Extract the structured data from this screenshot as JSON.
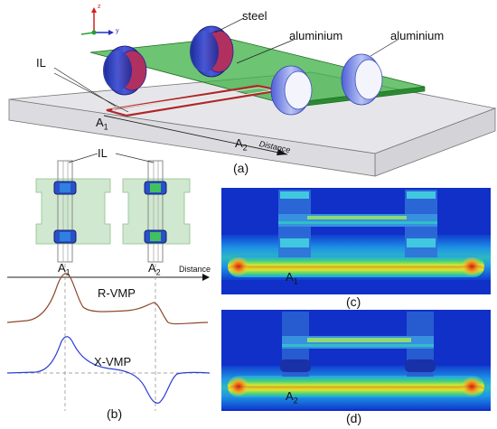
{
  "panel_a": {
    "label": "(a)",
    "steel": "steel",
    "aluminium_1": "aluminium",
    "aluminium_2": "aluminium",
    "il": "IL",
    "a1": "A",
    "a1_sub": "1",
    "a2": "A",
    "a2_sub": "2",
    "distance": "Distance",
    "axis_z": "z",
    "axis_y": "y"
  },
  "panel_b": {
    "label": "(b)",
    "il": "IL",
    "a1": "A",
    "a1_sub": "1",
    "a2": "A",
    "a2_sub": "2",
    "distance": "Distance",
    "r_vmp": "R-VMP",
    "x_vmp": "X-VMP"
  },
  "panel_c": {
    "label": "(c)",
    "a1": "A",
    "a1_sub": "1"
  },
  "panel_d": {
    "label": "(d)",
    "a2": "A",
    "a2_sub": "2"
  },
  "colors": {
    "plate": "#3cb043",
    "steel_ring": "#2a3fb0",
    "steel_ring_inner": "#b03060",
    "aluminium_ring": "#6a7ee0",
    "r_vmp_curve": "#8b4a2a",
    "x_vmp_curve": "#2a3ed8",
    "field_bg": "#1030c8"
  }
}
